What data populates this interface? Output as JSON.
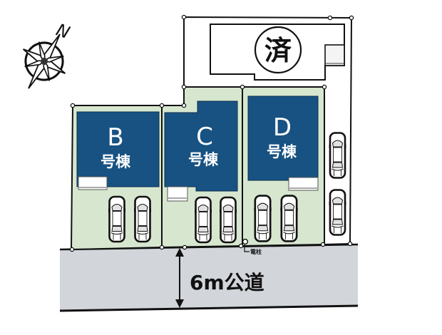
{
  "compass": {
    "north_label": "N",
    "icon": "compass-rose-icon"
  },
  "sold_lot": {
    "label": "済",
    "status": "sold"
  },
  "buildings": [
    {
      "letter": "B",
      "suffix": "号棟"
    },
    {
      "letter": "C",
      "suffix": "号棟"
    },
    {
      "letter": "D",
      "suffix": "号棟"
    }
  ],
  "road": {
    "label": "6m公道"
  },
  "utility_pole": {
    "label": "電柱"
  },
  "parking": {
    "cars_per_lot": 2,
    "lots": [
      "B",
      "C",
      "D"
    ],
    "extra_spaces": 2
  },
  "colors": {
    "building": "#175282",
    "lot": "#d7e7cf",
    "road": "#d2d5da",
    "line": "#111111"
  }
}
